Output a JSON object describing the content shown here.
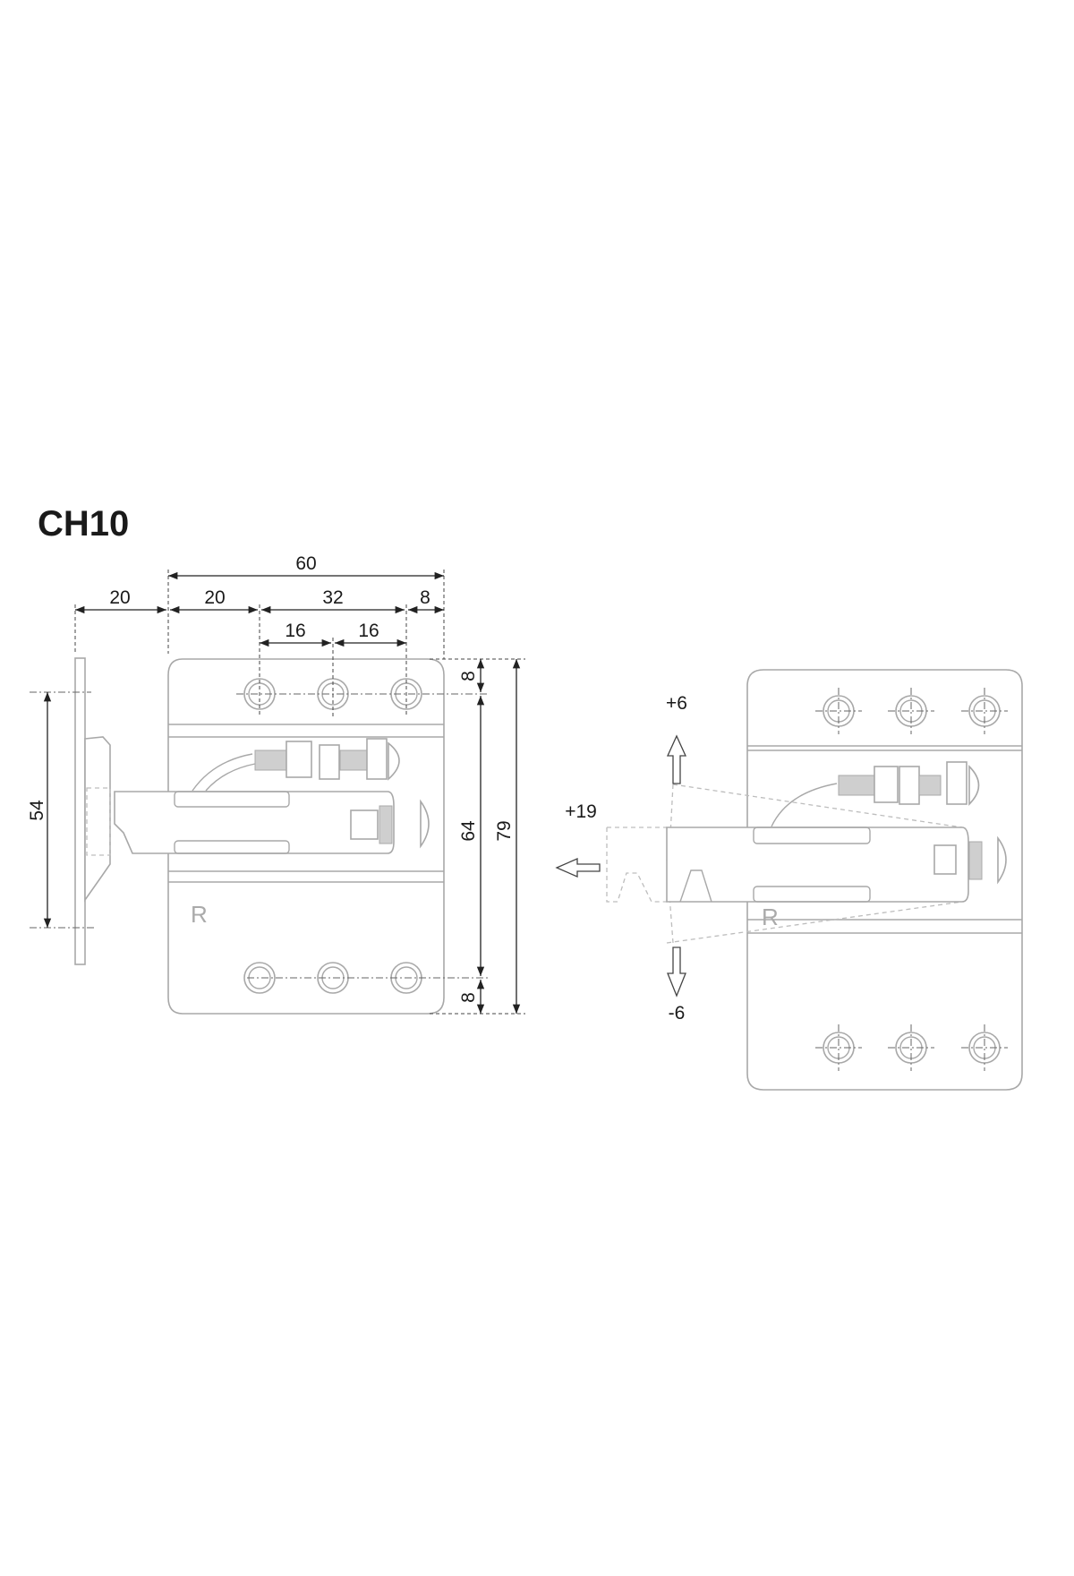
{
  "title": "CH10",
  "side_mark": "R",
  "dimensions": {
    "overall_width": "60",
    "base_offset": "20",
    "first_hole_offset": "20",
    "hole_span": "32",
    "edge_margin": "8",
    "hole_pitch_1": "16",
    "hole_pitch_2": "16",
    "mounting_plate_height": "54",
    "top_margin": "8",
    "hole_row_distance": "64",
    "overall_height": "79",
    "bottom_margin": "8"
  },
  "adjustments": {
    "up": "+6",
    "down": "-6",
    "depth": "+19"
  }
}
